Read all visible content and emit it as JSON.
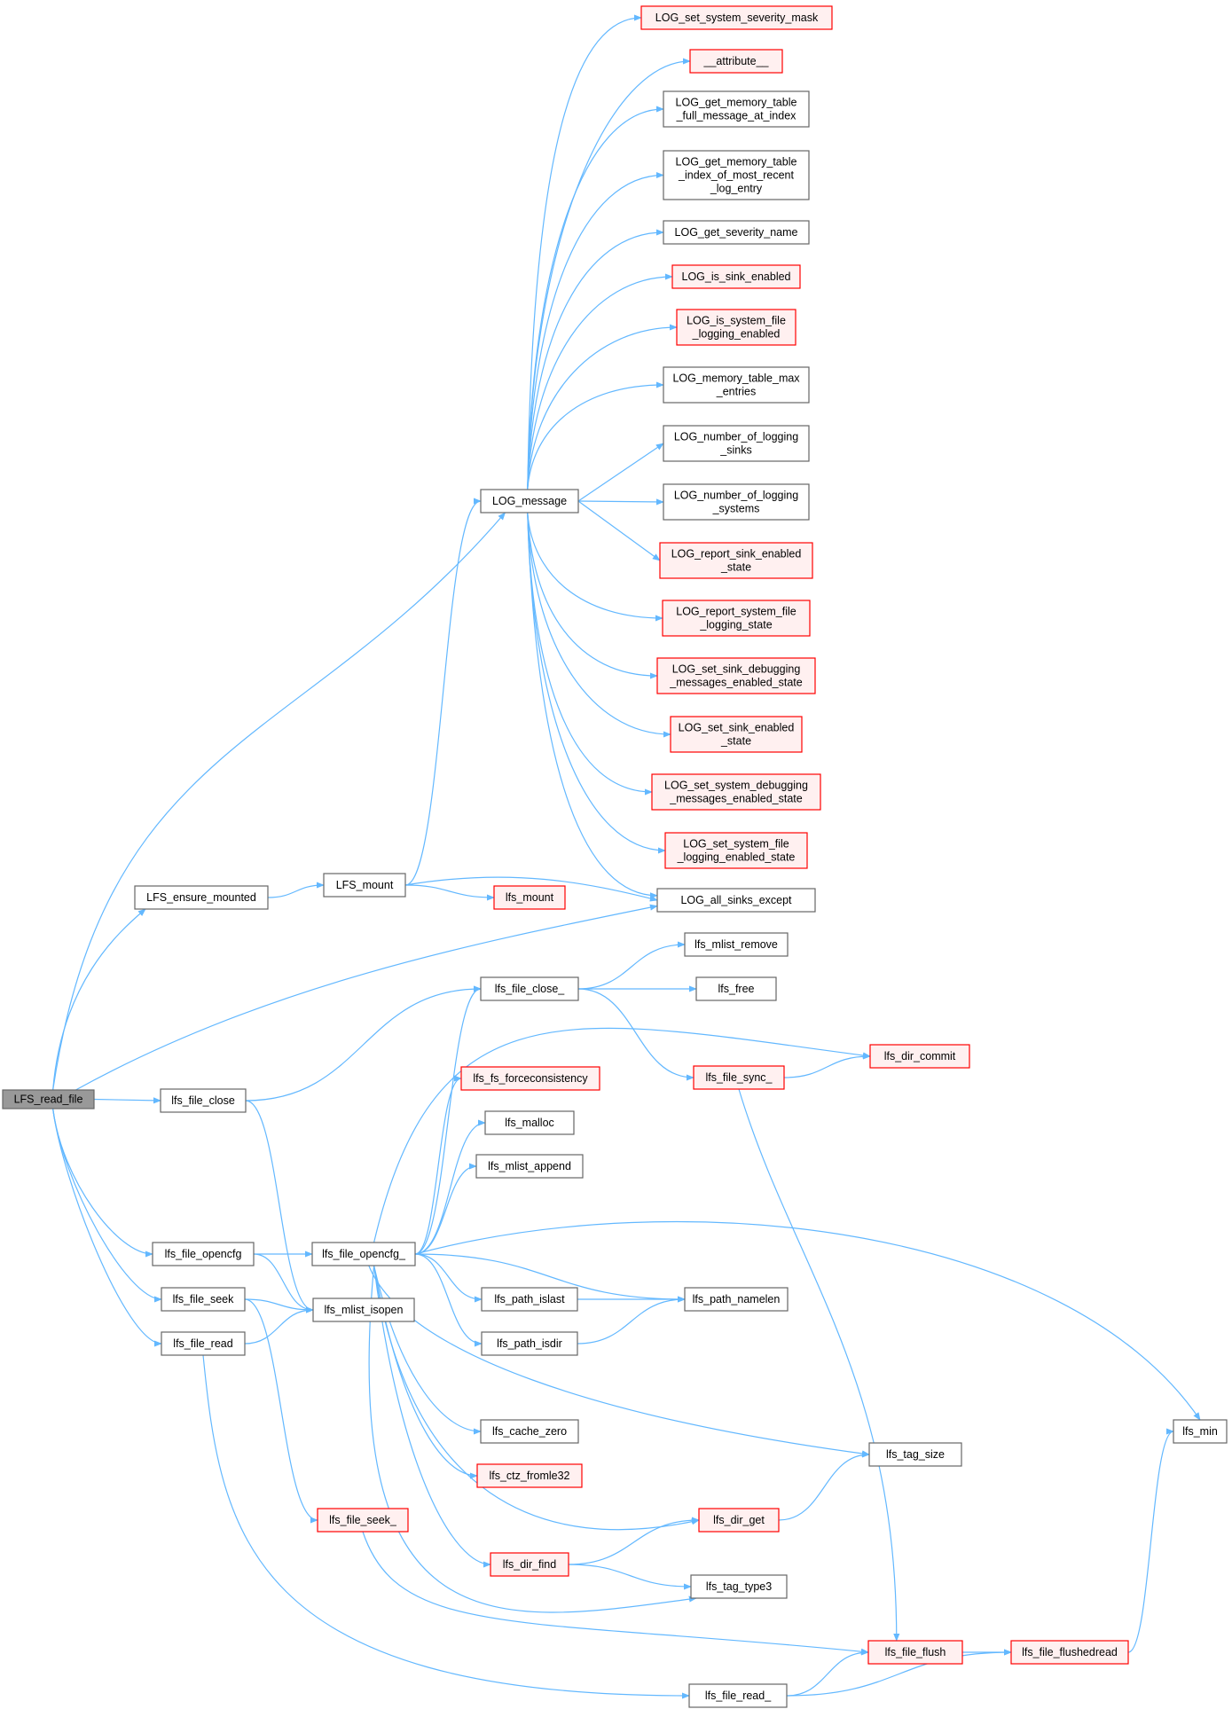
{
  "colors": {
    "edge": "#63b8ff",
    "node_default_border": "#666666",
    "node_default_fill": "#ffffff",
    "node_truncated_border": "#ff0000",
    "node_truncated_fill": "#fff0f0",
    "node_root_fill": "#999999",
    "node_root_border": "#666666"
  },
  "nodes": [
    {
      "id": "root",
      "lines": [
        "LFS_read_file"
      ],
      "style": "root"
    },
    {
      "id": "ensure",
      "lines": [
        "LFS_ensure_mounted"
      ],
      "style": "default"
    },
    {
      "id": "mount",
      "lines": [
        "LFS_mount"
      ],
      "style": "default"
    },
    {
      "id": "lfsmount",
      "lines": [
        "lfs_mount"
      ],
      "style": "truncated"
    },
    {
      "id": "logmsg",
      "lines": [
        "LOG_message"
      ],
      "style": "default"
    },
    {
      "id": "setsev",
      "lines": [
        "LOG_set_system_severity_mask"
      ],
      "style": "truncated"
    },
    {
      "id": "attr",
      "lines": [
        "__attribute__"
      ],
      "style": "truncated"
    },
    {
      "id": "memfull",
      "lines": [
        "LOG_get_memory_table",
        "_full_message_at_index"
      ],
      "style": "default"
    },
    {
      "id": "memidx",
      "lines": [
        "LOG_get_memory_table",
        "_index_of_most_recent",
        "_log_entry"
      ],
      "style": "default"
    },
    {
      "id": "sevname",
      "lines": [
        "LOG_get_severity_name"
      ],
      "style": "default"
    },
    {
      "id": "sinken",
      "lines": [
        "LOG_is_sink_enabled"
      ],
      "style": "truncated"
    },
    {
      "id": "sysfile",
      "lines": [
        "LOG_is_system_file",
        "_logging_enabled"
      ],
      "style": "truncated"
    },
    {
      "id": "memmax",
      "lines": [
        "LOG_memory_table_max",
        "_entries"
      ],
      "style": "default"
    },
    {
      "id": "numsinks",
      "lines": [
        "LOG_number_of_logging",
        "_sinks"
      ],
      "style": "default"
    },
    {
      "id": "numsys",
      "lines": [
        "LOG_number_of_logging",
        "_systems"
      ],
      "style": "default"
    },
    {
      "id": "repsink",
      "lines": [
        "LOG_report_sink_enabled",
        "_state"
      ],
      "style": "truncated"
    },
    {
      "id": "repsys",
      "lines": [
        "LOG_report_system_file",
        "_logging_state"
      ],
      "style": "truncated"
    },
    {
      "id": "setsinkdbg",
      "lines": [
        "LOG_set_sink_debugging",
        "_messages_enabled_state"
      ],
      "style": "truncated"
    },
    {
      "id": "setsinken",
      "lines": [
        "LOG_set_sink_enabled",
        "_state"
      ],
      "style": "truncated"
    },
    {
      "id": "setsysdbg",
      "lines": [
        "LOG_set_system_debugging",
        "_messages_enabled_state"
      ],
      "style": "truncated"
    },
    {
      "id": "setsysfile",
      "lines": [
        "LOG_set_system_file",
        "_logging_enabled_state"
      ],
      "style": "truncated"
    },
    {
      "id": "allsinks",
      "lines": [
        "LOG_all_sinks_except"
      ],
      "style": "default"
    },
    {
      "id": "fclose",
      "lines": [
        "lfs_file_close"
      ],
      "style": "default"
    },
    {
      "id": "fclose_",
      "lines": [
        "lfs_file_close_"
      ],
      "style": "default"
    },
    {
      "id": "mlremove",
      "lines": [
        "lfs_mlist_remove"
      ],
      "style": "default"
    },
    {
      "id": "lfree",
      "lines": [
        "lfs_free"
      ],
      "style": "default"
    },
    {
      "id": "fsync",
      "lines": [
        "lfs_file_sync_"
      ],
      "style": "truncated"
    },
    {
      "id": "dircommit",
      "lines": [
        "lfs_dir_commit"
      ],
      "style": "truncated"
    },
    {
      "id": "forcecons",
      "lines": [
        "lfs_fs_forceconsistency"
      ],
      "style": "truncated"
    },
    {
      "id": "malloc",
      "lines": [
        "lfs_malloc"
      ],
      "style": "default"
    },
    {
      "id": "mlappend",
      "lines": [
        "lfs_mlist_append"
      ],
      "style": "default"
    },
    {
      "id": "fopencfg",
      "lines": [
        "lfs_file_opencfg"
      ],
      "style": "default"
    },
    {
      "id": "fopencfg_",
      "lines": [
        "lfs_file_opencfg_"
      ],
      "style": "default"
    },
    {
      "id": "fseek",
      "lines": [
        "lfs_file_seek"
      ],
      "style": "default"
    },
    {
      "id": "fread",
      "lines": [
        "lfs_file_read"
      ],
      "style": "default"
    },
    {
      "id": "isopen",
      "lines": [
        "lfs_mlist_isopen"
      ],
      "style": "default"
    },
    {
      "id": "pislast",
      "lines": [
        "lfs_path_islast"
      ],
      "style": "default"
    },
    {
      "id": "pisdir",
      "lines": [
        "lfs_path_isdir"
      ],
      "style": "default"
    },
    {
      "id": "pnamelen",
      "lines": [
        "lfs_path_namelen"
      ],
      "style": "default"
    },
    {
      "id": "cachezero",
      "lines": [
        "lfs_cache_zero"
      ],
      "style": "default"
    },
    {
      "id": "ctz",
      "lines": [
        "lfs_ctz_fromle32"
      ],
      "style": "truncated"
    },
    {
      "id": "tagsize",
      "lines": [
        "lfs_tag_size"
      ],
      "style": "default"
    },
    {
      "id": "lmin",
      "lines": [
        "lfs_min"
      ],
      "style": "default"
    },
    {
      "id": "fseek_",
      "lines": [
        "lfs_file_seek_"
      ],
      "style": "truncated"
    },
    {
      "id": "dirget",
      "lines": [
        "lfs_dir_get"
      ],
      "style": "truncated"
    },
    {
      "id": "dirfind",
      "lines": [
        "lfs_dir_find"
      ],
      "style": "truncated"
    },
    {
      "id": "tagtype3",
      "lines": [
        "lfs_tag_type3"
      ],
      "style": "default"
    },
    {
      "id": "fflush",
      "lines": [
        "lfs_file_flush"
      ],
      "style": "truncated"
    },
    {
      "id": "fflushedread",
      "lines": [
        "lfs_file_flushedread"
      ],
      "style": "truncated"
    },
    {
      "id": "fread_",
      "lines": [
        "lfs_file_read_"
      ],
      "style": "default"
    }
  ],
  "edges": [
    [
      "root",
      "logmsg"
    ],
    [
      "root",
      "ensure"
    ],
    [
      "root",
      "allsinks"
    ],
    [
      "root",
      "fclose"
    ],
    [
      "root",
      "fopencfg"
    ],
    [
      "root",
      "fseek"
    ],
    [
      "root",
      "fread"
    ],
    [
      "ensure",
      "mount"
    ],
    [
      "mount",
      "logmsg"
    ],
    [
      "mount",
      "lfsmount"
    ],
    [
      "mount",
      "allsinks"
    ],
    [
      "logmsg",
      "setsev"
    ],
    [
      "logmsg",
      "attr"
    ],
    [
      "logmsg",
      "memfull"
    ],
    [
      "logmsg",
      "memidx"
    ],
    [
      "logmsg",
      "sevname"
    ],
    [
      "logmsg",
      "sinken"
    ],
    [
      "logmsg",
      "sysfile"
    ],
    [
      "logmsg",
      "memmax"
    ],
    [
      "logmsg",
      "numsinks"
    ],
    [
      "logmsg",
      "numsys"
    ],
    [
      "logmsg",
      "repsink"
    ],
    [
      "logmsg",
      "repsys"
    ],
    [
      "logmsg",
      "setsinkdbg"
    ],
    [
      "logmsg",
      "setsinken"
    ],
    [
      "logmsg",
      "setsysdbg"
    ],
    [
      "logmsg",
      "setsysfile"
    ],
    [
      "logmsg",
      "allsinks"
    ],
    [
      "fclose",
      "fclose_"
    ],
    [
      "fclose",
      "isopen"
    ],
    [
      "fclose_",
      "mlremove"
    ],
    [
      "fclose_",
      "lfree"
    ],
    [
      "fclose_",
      "fsync"
    ],
    [
      "fsync",
      "dircommit"
    ],
    [
      "fsync",
      "fflush"
    ],
    [
      "fopencfg",
      "fopencfg_"
    ],
    [
      "fopencfg",
      "isopen"
    ],
    [
      "fseek",
      "isopen"
    ],
    [
      "fseek",
      "fseek_"
    ],
    [
      "fread",
      "isopen"
    ],
    [
      "fread",
      "fread_"
    ],
    [
      "fopencfg_",
      "fclose_"
    ],
    [
      "fopencfg_",
      "dircommit"
    ],
    [
      "fopencfg_",
      "forcecons"
    ],
    [
      "fopencfg_",
      "malloc"
    ],
    [
      "fopencfg_",
      "mlappend"
    ],
    [
      "fopencfg_",
      "lmin"
    ],
    [
      "fopencfg_",
      "pislast"
    ],
    [
      "fopencfg_",
      "pnamelen"
    ],
    [
      "fopencfg_",
      "pisdir"
    ],
    [
      "fopencfg_",
      "cachezero"
    ],
    [
      "fopencfg_",
      "ctz"
    ],
    [
      "fopencfg_",
      "tagsize"
    ],
    [
      "fopencfg_",
      "dirget"
    ],
    [
      "fopencfg_",
      "dirfind"
    ],
    [
      "fopencfg_",
      "tagtype3"
    ],
    [
      "pislast",
      "pnamelen"
    ],
    [
      "pisdir",
      "pnamelen"
    ],
    [
      "dirget",
      "tagsize"
    ],
    [
      "dirfind",
      "dirget"
    ],
    [
      "dirfind",
      "tagtype3"
    ],
    [
      "fseek_",
      "fflush"
    ],
    [
      "fflush",
      "fflushedread"
    ],
    [
      "fflushedread",
      "lmin"
    ],
    [
      "fread_",
      "fflush"
    ],
    [
      "fread_",
      "fflushedread"
    ]
  ]
}
